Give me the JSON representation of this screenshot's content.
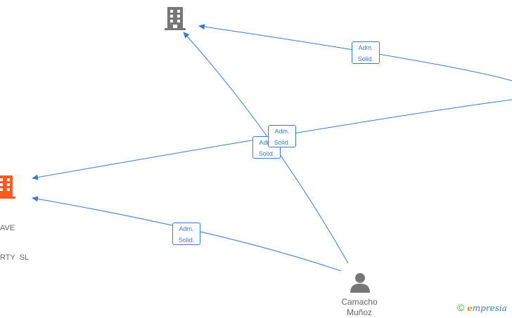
{
  "nodes": {
    "company_top": {
      "type": "company",
      "color": "#777777"
    },
    "company_left": {
      "type": "company",
      "color": "#ff5a1f",
      "label_lines": [
        "AVE",
        "RTY  SL"
      ]
    },
    "person": {
      "type": "person",
      "color": "#777777",
      "label_lines": [
        "Camacho",
        "Muñoz"
      ]
    }
  },
  "edges": [
    {
      "name": "edge-right-to-top",
      "badge": [
        "Adm.",
        "Solid."
      ]
    },
    {
      "name": "edge-right-to-left",
      "badge": [
        "Adm.",
        "Solid."
      ]
    },
    {
      "name": "edge-person-to-top",
      "badge": [
        "Adm.",
        "Solid."
      ]
    },
    {
      "name": "edge-person-to-left",
      "badge": [
        "Adm.",
        "Solid."
      ]
    }
  ],
  "colors": {
    "edge": "#3a7bd5"
  },
  "watermark": {
    "copyright": "©",
    "brand_initial": "e",
    "brand_rest": "mpresia"
  }
}
